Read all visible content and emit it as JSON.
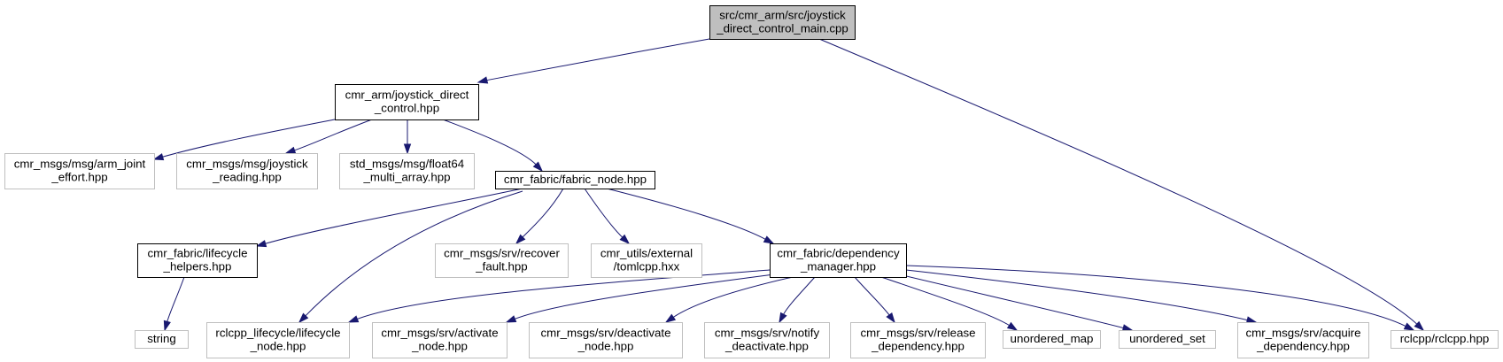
{
  "colors": {
    "background": "#ffffff",
    "edge": "#191970",
    "root_fill": "#bfbfbf",
    "local_border": "#000000",
    "external_border": "#bfbfbf",
    "text": "#000000"
  },
  "graph": {
    "root": "n0",
    "nodes": [
      {
        "id": "n0",
        "lines": [
          "src/cmr_arm/src/joystick",
          "_direct_control_main.cpp"
        ],
        "kind": "root"
      },
      {
        "id": "n1",
        "lines": [
          "cmr_arm/joystick_direct",
          "_control.hpp"
        ],
        "kind": "local"
      },
      {
        "id": "n2",
        "lines": [
          "cmr_msgs/msg/arm_joint",
          "_effort.hpp"
        ],
        "kind": "external"
      },
      {
        "id": "n3",
        "lines": [
          "cmr_msgs/msg/joystick",
          "_reading.hpp"
        ],
        "kind": "external"
      },
      {
        "id": "n4",
        "lines": [
          "std_msgs/msg/float64",
          "_multi_array.hpp"
        ],
        "kind": "external"
      },
      {
        "id": "n5",
        "lines": [
          "cmr_fabric/fabric_node.hpp"
        ],
        "kind": "local"
      },
      {
        "id": "n6",
        "lines": [
          "cmr_fabric/lifecycle",
          "_helpers.hpp"
        ],
        "kind": "local"
      },
      {
        "id": "n7",
        "lines": [
          "cmr_msgs/srv/recover",
          "_fault.hpp"
        ],
        "kind": "external"
      },
      {
        "id": "n8",
        "lines": [
          "cmr_utils/external",
          "/tomlcpp.hxx"
        ],
        "kind": "external"
      },
      {
        "id": "n9",
        "lines": [
          "cmr_fabric/dependency",
          "_manager.hpp"
        ],
        "kind": "local"
      },
      {
        "id": "n10",
        "lines": [
          "string"
        ],
        "kind": "external"
      },
      {
        "id": "n11",
        "lines": [
          "rclcpp_lifecycle/lifecycle",
          "_node.hpp"
        ],
        "kind": "external"
      },
      {
        "id": "n12",
        "lines": [
          "cmr_msgs/srv/activate",
          "_node.hpp"
        ],
        "kind": "external"
      },
      {
        "id": "n13",
        "lines": [
          "cmr_msgs/srv/deactivate",
          "_node.hpp"
        ],
        "kind": "external"
      },
      {
        "id": "n14",
        "lines": [
          "cmr_msgs/srv/notify",
          "_deactivate.hpp"
        ],
        "kind": "external"
      },
      {
        "id": "n15",
        "lines": [
          "cmr_msgs/srv/release",
          "_dependency.hpp"
        ],
        "kind": "external"
      },
      {
        "id": "n16",
        "lines": [
          "unordered_map"
        ],
        "kind": "external"
      },
      {
        "id": "n17",
        "lines": [
          "unordered_set"
        ],
        "kind": "external"
      },
      {
        "id": "n18",
        "lines": [
          "cmr_msgs/srv/acquire",
          "_dependency.hpp"
        ],
        "kind": "external"
      },
      {
        "id": "n19",
        "lines": [
          "rclcpp/rclcpp.hpp"
        ],
        "kind": "external"
      }
    ],
    "edges": [
      [
        "n0",
        "n1"
      ],
      [
        "n0",
        "n19"
      ],
      [
        "n1",
        "n2"
      ],
      [
        "n1",
        "n3"
      ],
      [
        "n1",
        "n4"
      ],
      [
        "n1",
        "n5"
      ],
      [
        "n5",
        "n6"
      ],
      [
        "n5",
        "n11"
      ],
      [
        "n5",
        "n7"
      ],
      [
        "n5",
        "n8"
      ],
      [
        "n5",
        "n9"
      ],
      [
        "n6",
        "n10"
      ],
      [
        "n9",
        "n11"
      ],
      [
        "n9",
        "n12"
      ],
      [
        "n9",
        "n13"
      ],
      [
        "n9",
        "n14"
      ],
      [
        "n9",
        "n15"
      ],
      [
        "n9",
        "n16"
      ],
      [
        "n9",
        "n17"
      ],
      [
        "n9",
        "n18"
      ],
      [
        "n9",
        "n19"
      ]
    ]
  }
}
